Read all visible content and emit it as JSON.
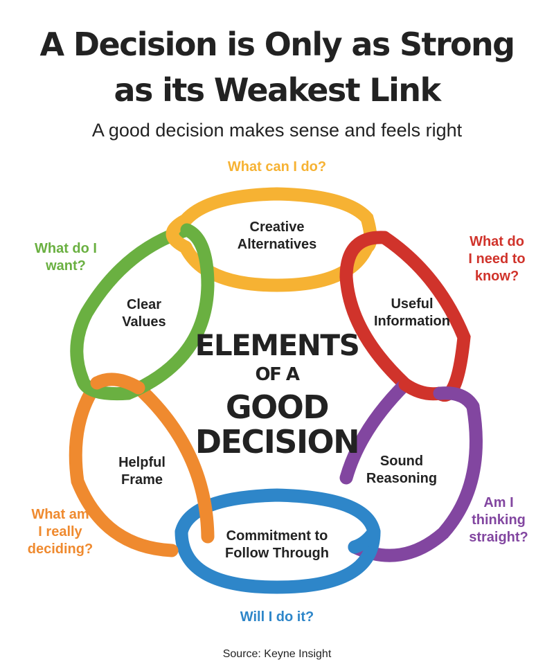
{
  "title_line1": "A Decision is Only as Strong",
  "title_line2": "as its Weakest Link",
  "subtitle": "A good decision makes sense and feels right",
  "center": {
    "line1": "ELEMENTS",
    "line2": "OF A",
    "line3": "GOOD",
    "line4": "DECISION"
  },
  "elements": [
    {
      "label": "Creative\nAlternatives",
      "question": "What can I do?",
      "color": "#F6B233"
    },
    {
      "label": "Useful\nInformation",
      "question": "What do\nI need to\nknow?",
      "color": "#D0332B"
    },
    {
      "label": "Sound\nReasoning",
      "question": "Am I\nthinking\nstraight?",
      "color": "#8246A0"
    },
    {
      "label": "Commitment to\nFollow Through",
      "question": "Will I do it?",
      "color": "#2E86C9"
    },
    {
      "label": "Helpful\nFrame",
      "question": "What am\nI really\ndeciding?",
      "color": "#EF8A2F"
    },
    {
      "label": "Clear\nValues",
      "question": "What do I\nwant?",
      "color": "#6AB041"
    }
  ],
  "source": "Source: Keyne Insight"
}
